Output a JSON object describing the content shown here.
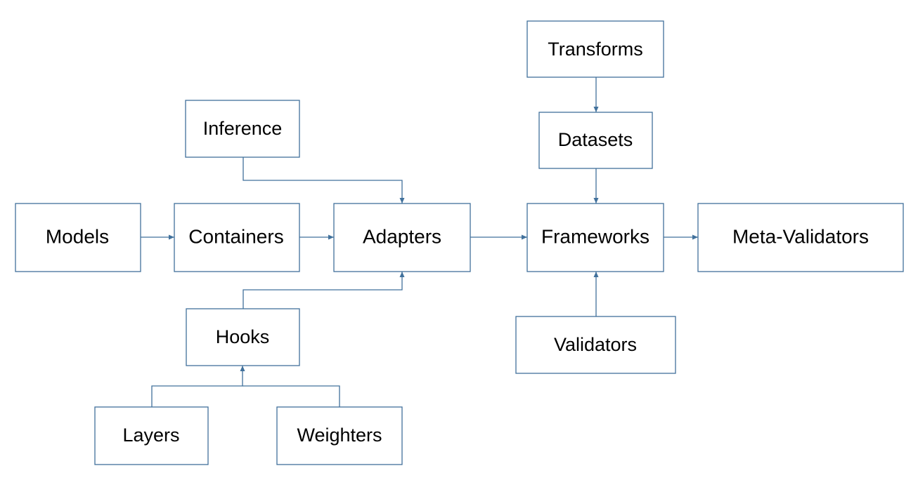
{
  "colors": {
    "node_border": "#41719c",
    "edge": "#41719c",
    "text": "#000000",
    "background": "#ffffff"
  },
  "nodes": {
    "transforms": "Transforms",
    "inference": "Inference",
    "datasets": "Datasets",
    "models": "Models",
    "containers": "Containers",
    "adapters": "Adapters",
    "frameworks": "Frameworks",
    "meta_validators": "Meta-Validators",
    "hooks": "Hooks",
    "validators": "Validators",
    "layers": "Layers",
    "weighters": "Weighters"
  },
  "edges": [
    {
      "from": "models",
      "to": "containers"
    },
    {
      "from": "containers",
      "to": "adapters"
    },
    {
      "from": "inference",
      "to": "adapters"
    },
    {
      "from": "hooks",
      "to": "adapters"
    },
    {
      "from": "layers",
      "to": "hooks"
    },
    {
      "from": "weighters",
      "to": "hooks"
    },
    {
      "from": "adapters",
      "to": "frameworks"
    },
    {
      "from": "transforms",
      "to": "datasets"
    },
    {
      "from": "datasets",
      "to": "frameworks"
    },
    {
      "from": "validators",
      "to": "frameworks"
    },
    {
      "from": "frameworks",
      "to": "meta_validators"
    }
  ]
}
